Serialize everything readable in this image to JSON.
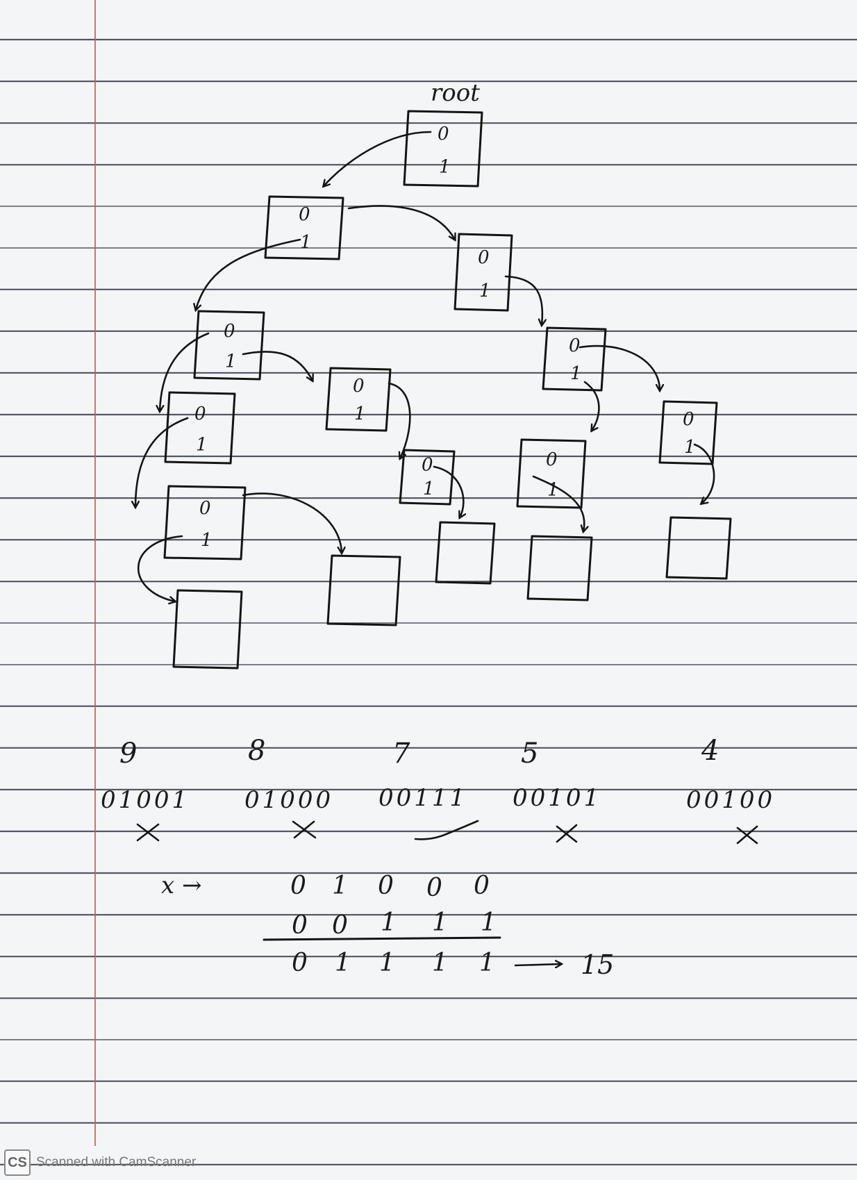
{
  "diagram": {
    "root_label": "root",
    "bit_zero": "0",
    "bit_one": "1"
  },
  "numbers": {
    "decimals": [
      "9",
      "8",
      "7",
      "5",
      "4"
    ],
    "binaries": [
      "01001",
      "01000",
      "00111",
      "00101",
      "00100"
    ],
    "marks": [
      "cross",
      "cross",
      "check",
      "cross",
      "cross"
    ]
  },
  "xor": {
    "x_label": "x →",
    "row1": [
      "0",
      "1",
      "0",
      "0",
      "0"
    ],
    "row2": [
      "0",
      "0",
      "1",
      "1",
      "1"
    ],
    "result": [
      "0",
      "1",
      "1",
      "1",
      "1"
    ],
    "result_value": "15"
  },
  "footer": {
    "logo": "CS",
    "text": "Scanned with CamScanner"
  },
  "colors": {
    "paper": "#f4f5f7",
    "rule": "#3b3f46",
    "margin": "#d9534f",
    "ink": "#141414"
  }
}
